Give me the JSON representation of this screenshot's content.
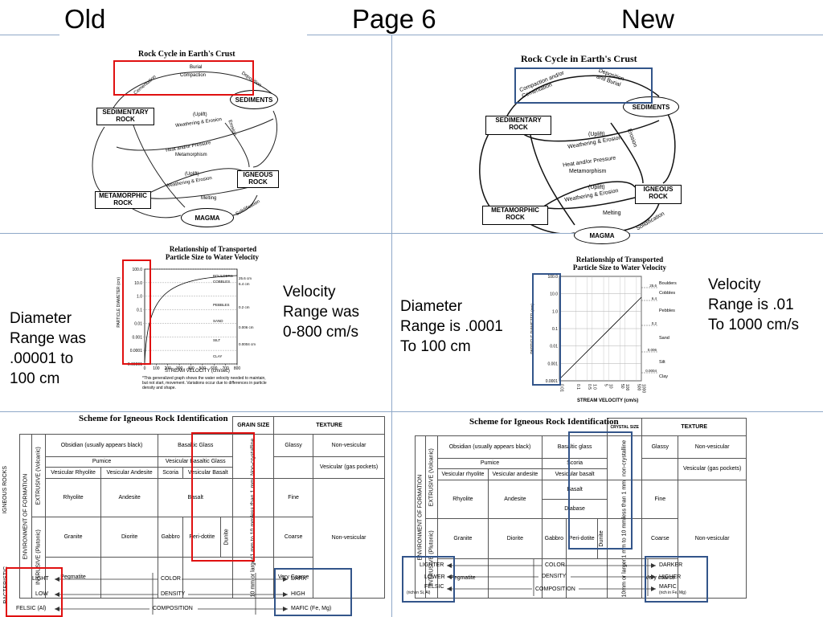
{
  "header": {
    "old": "Old",
    "page": "Page 6",
    "new": "New"
  },
  "old": {
    "rock_cycle": {
      "title": "Rock Cycle in Earth's Crust",
      "nodes": {
        "sediments": "SEDIMENTS",
        "sedimentary": "SEDIMENTARY ROCK",
        "igneous": "IGNEOUS ROCK",
        "metamorphic": "METAMORPHIC ROCK",
        "magma": "MAGMA"
      },
      "labels": {
        "burial": "Burial",
        "compaction": "Compaction",
        "cementation": "Cementation",
        "deposition": "Deposition",
        "uplift1": "(Uplift)",
        "weathering1": "Weathering & Erosion",
        "heat": "Heat and/or Pressure",
        "metamorphism": "Metamorphism",
        "uplift2": "(Uplift)",
        "weathering2": "Weathering & Erosion",
        "melting": "Melting",
        "solidification": "Solidification",
        "erosion": "Erosion"
      }
    },
    "particle_chart": {
      "title1": "Relationship of Transported",
      "title2": "Particle Size to Water Velocity",
      "ylabel": "PARTICLE DIAMETER (cm)",
      "xlabel": "STREAM VELOCITY (cm/sec)",
      "yticks": [
        "100.0",
        "10.0",
        "1.0",
        "0.1",
        "0.01",
        "0.001",
        "0.0001",
        "0.00001"
      ],
      "xticks": [
        "0",
        "100",
        "200",
        "300",
        "400",
        "500",
        "600",
        "700",
        "800"
      ],
      "classes": [
        "BOULDERS",
        "COBBLES",
        "PEBBLES",
        "SAND",
        "SILT",
        "CLAY"
      ],
      "bounds": [
        "25.6 cm",
        "6.4 cm",
        "0.2 cm",
        "0.006 cm",
        "0.0004 cm"
      ],
      "footnote": "*This generalized graph shows the water velocity needed to maintain, but not start, movement. Variations occur due to differences in particle density and shape."
    },
    "note_diameter": [
      "Diameter",
      "Range was",
      ".00001 to",
      "100 cm"
    ],
    "note_velocity": [
      "Velocity",
      "Range was",
      "0-800 cm/s"
    ],
    "igneous": {
      "title": "Scheme for Igneous Rock Identification",
      "side": "IGNEOUS ROCKS",
      "env": "ENVIRONMENT OF FORMATION",
      "extrusive": "EXTRUSIVE (Volcanic)",
      "intrusive": "INTRUSIVE (Plutonic)",
      "grain_size": "GRAIN SIZE",
      "texture": "TEXTURE",
      "rows": {
        "obsidian": "Obsidian (usually appears black)",
        "basaltic_glass": "Basaltic Glass",
        "pumice": "Pumice",
        "vesicular_basaltic_glass": "Vesicular Basaltic Glass",
        "vesicular_rhyolite": "Vesicular Rhyolite",
        "vesicular_andesite": "Vesicular Andesite",
        "scoria": "Scoria",
        "vesicular_basalt": "Vesicular Basalt",
        "rhyolite": "Rhyolite",
        "andesite": "Andesite",
        "basalt": "Basalt",
        "granite": "Granite",
        "diorite": "Diorite",
        "gabbro": "Gabbro",
        "peridotite": "Peri-dotite",
        "dunite": "Dunite",
        "pegmatite": "Pegmatite"
      },
      "grain": {
        "noncrystalline": "Non-crystalline",
        "lt1": "less than 1 mm",
        "mm1to10": "1 mm to 10 mm",
        "mm10": "10 mm or larger"
      },
      "tex": {
        "glassy": "Glassy",
        "nonvesicular": "Non-vesicular",
        "vesicular": "Vesicular (gas pockets)",
        "fine": "Fine",
        "coarse": "Coarse",
        "very_coarse": "Very Coarse",
        "nonvesicular2": "Non-vesicular"
      },
      "char": {
        "light": "LIGHT",
        "low": "LOW",
        "felsic": "FELSIC (Al)",
        "color": "COLOR",
        "density": "DENSITY",
        "composition": "COMPOSITION",
        "dark": "DARK",
        "high": "HIGH",
        "mafic": "MAFIC (Fe, Mg)",
        "side": "RACTERISTIC"
      }
    }
  },
  "new": {
    "rock_cycle": {
      "title": "Rock Cycle in Earth's Crust",
      "nodes": {
        "sediments": "SEDIMENTS",
        "sedimentary": "SEDIMENTARY ROCK",
        "igneous": "IGNEOUS ROCK",
        "metamorphic": "METAMORPHIC ROCK",
        "magma": "MAGMA"
      },
      "labels": {
        "compaction": "Compaction and/or Cementation",
        "deposition": "Deposition and Burial",
        "uplift1": "(Uplift)",
        "weathering1": "Weathering & Erosion",
        "heat": "Heat and/or Pressure",
        "metamorphism": "Metamorphism",
        "uplift2": "(Uplift)",
        "weathering2": "Weathering & Erosion",
        "melting": "Melting",
        "solidification": "Solidification",
        "erosion": "Erosion"
      }
    },
    "particle_chart": {
      "title1": "Relationship of Transported",
      "title2": "Particle Size to Water Velocity",
      "ylabel": "PARTICLE DIAMETER (cm)",
      "xlabel": "STREAM VELOCITY (cm/s)",
      "yticks": [
        "100.0",
        "10.0",
        "1.0",
        "0.1",
        "0.01",
        "0.001",
        "0.0001"
      ],
      "xticks": [
        "0.01",
        "0.1",
        "0.5",
        "1.0",
        "5",
        "10",
        "50",
        "100",
        "500",
        "1000"
      ],
      "classes": [
        "Boulders",
        "Cobbles",
        "Pebbles",
        "Sand",
        "Silt",
        "Clay"
      ],
      "bounds": [
        "25.6",
        "6.4",
        "0.2",
        "0.006",
        "0.0004"
      ]
    },
    "note_diameter": [
      "Diameter",
      "Range is .0001",
      "To 100 cm"
    ],
    "note_velocity": [
      "Velocity",
      "Range is .01",
      "To 1000 cm/s"
    ],
    "igneous": {
      "title": "Scheme for Igneous Rock Identification",
      "env": "ENVIRONMENT OF FORMATION",
      "extrusive": "EXTRUSIVE (Volcanic)",
      "intrusive": "INTRUSIVE (Plutonic)",
      "crystal_size": "CRYSTAL SIZE",
      "texture": "TEXTURE",
      "rows": {
        "obsidian": "Obsidian (usually appears black)",
        "basaltic_glass": "Basaltic glass",
        "pumice": "Pumice",
        "scoria": "Scoria",
        "vesicular_rhyolite": "Vesicular rhyolite",
        "vesicular_andesite": "Vesicular andesite",
        "vesicular_basalt": "Vesicular basalt",
        "rhyolite": "Rhyolite",
        "andesite": "Andesite",
        "basalt": "Basalt",
        "diabase": "Diabase",
        "granite": "Granite",
        "diorite": "Diorite",
        "gabbro": "Gabbro",
        "peridotite": "Peri-dotite",
        "dunite": "Dunite",
        "pegmatite": "Pegmatite"
      },
      "grain": {
        "noncrystalline": "non-crystalline",
        "lt1": "less than 1 mm",
        "mm1to10": "1 mm to 10 mm",
        "mm10": "10mm or larger"
      },
      "tex": {
        "glassy": "Glassy",
        "nonvesicular": "Non-vesicular",
        "vesicular": "Vesicular (gas pockets)",
        "fine": "Fine",
        "coarse": "Coarse",
        "very_coarse": "Very coarse",
        "nonvesicular2": "Non-vesicular"
      },
      "char": {
        "lighter": "LIGHTER",
        "lower": "LOWER",
        "felsic": "FELSIC",
        "felsic2": "(rich in Si, Al)",
        "color": "COLOR",
        "density": "DENSITY",
        "composition": "COMPOSITION",
        "darker": "DARKER",
        "higher": "HIGHER",
        "mafic": "MAFIC",
        "mafic2": "(rich in Fe, Mg)"
      }
    }
  }
}
